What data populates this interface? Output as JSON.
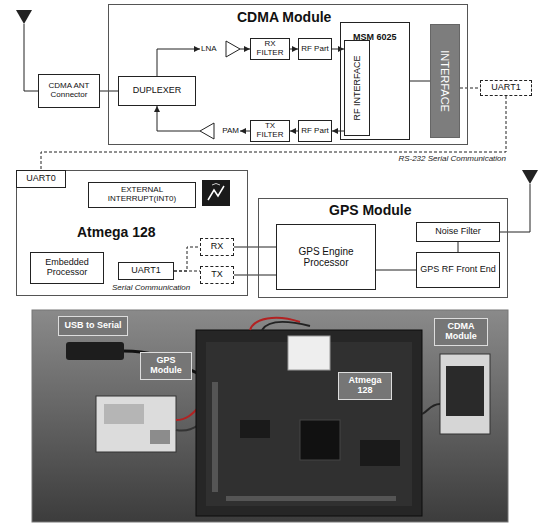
{
  "diagram": {
    "nodes": [
      {
        "text": [
          "CDMA Module"
        ]
      },
      {
        "text": [
          "DUPLEXER"
        ],
        "in": 0
      },
      {
        "text": [
          "LNA"
        ],
        "in": 0
      },
      {
        "text": [
          "RX FILTER"
        ],
        "in": 0
      },
      {
        "text": [
          "RF Part"
        ],
        "in": 0
      },
      {
        "text": [
          "MSM 6025"
        ],
        "in": 0
      },
      {
        "text": [
          "RF INTERFACE"
        ],
        "in": 5
      },
      {
        "text": [
          "PAM"
        ],
        "in": 0
      },
      {
        "text": [
          "TX FILTER"
        ],
        "in": 0
      },
      {
        "text": [
          "RF Part"
        ],
        "in": 0
      },
      {
        "text": [
          "INTERFACE"
        ],
        "in": 0
      },
      {
        "text": [
          "CDMA ANT Connector"
        ]
      },
      {
        "text": [
          "UART1"
        ]
      },
      {
        "text": [
          "Atmega 128"
        ]
      },
      {
        "text": [
          "UART0"
        ],
        "in": 13
      },
      {
        "text": [
          "EXTERNAL INTERRUPT(INT0)"
        ],
        "in": 13
      },
      {
        "text": [
          "Embedded Processor"
        ],
        "in": 13
      },
      {
        "text": [
          "UART1"
        ],
        "in": 13
      },
      {
        "text": [
          "RX"
        ],
        "in": 13
      },
      {
        "text": [
          "TX"
        ],
        "in": 13
      },
      {
        "text": [
          "GPS Module"
        ]
      },
      {
        "text": [
          "GPS Engine Processor"
        ],
        "in": 20
      },
      {
        "text": [
          "Noise Filter"
        ],
        "in": 20
      },
      {
        "text": [
          "GPS RF Front End"
        ],
        "in": 20
      },
      {
        "text": [
          "USB to Serial"
        ]
      },
      {
        "text": [
          "GPS Module"
        ]
      },
      {
        "text": [
          "Atmega 128"
        ]
      },
      {
        "text": [
          "CDMA Module"
        ]
      }
    ],
    "edges": [
      {
        "from": 11,
        "to": 1,
        "arrow": "none"
      },
      {
        "from": 1,
        "to": 2,
        "arrow": "to"
      },
      {
        "from": 2,
        "to": 3,
        "arrow": "to"
      },
      {
        "from": 3,
        "to": 4,
        "arrow": "to"
      },
      {
        "from": 4,
        "to": 6,
        "arrow": "to"
      },
      {
        "from": 6,
        "to": 9,
        "arrow": "to"
      },
      {
        "from": 9,
        "to": 8,
        "arrow": "to"
      },
      {
        "from": 8,
        "to": 7,
        "arrow": "to"
      },
      {
        "from": 7,
        "to": 1,
        "arrow": "to"
      },
      {
        "from": 5,
        "to": 10,
        "arrow": "none"
      },
      {
        "from": 10,
        "to": 12,
        "arrow": "none"
      },
      {
        "from": 12,
        "to": 14,
        "arrow": "none"
      },
      {
        "from": 17,
        "to": 18,
        "arrow": "none"
      },
      {
        "from": 17,
        "to": 19,
        "arrow": "none"
      },
      {
        "from": 18,
        "to": 21,
        "arrow": "none"
      },
      {
        "from": 19,
        "to": 21,
        "arrow": "none"
      },
      {
        "from": 22,
        "to": 23,
        "arrow": "none"
      },
      {
        "from": 23,
        "to": 21,
        "arrow": "none"
      }
    ],
    "labels": [
      "RS-232 Serial Communication",
      "Serial Communication"
    ]
  }
}
